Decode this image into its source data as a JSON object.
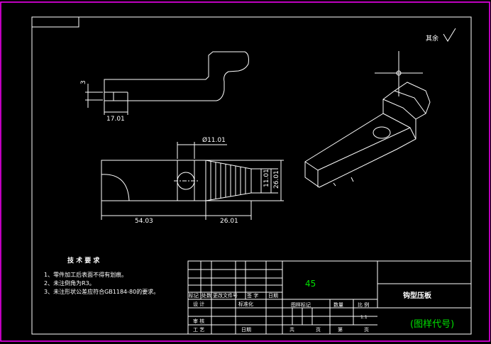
{
  "title_block": {
    "material": "45",
    "part_name": "钩型压板",
    "drawing_code": "(图样代号)",
    "scale_value": "1:1",
    "header_labels": [
      "标记",
      "处数",
      "更改文件号",
      "签 字",
      "日期"
    ],
    "design_label": "设 计",
    "standardization_label": "标准化",
    "check_label": "审 核",
    "process_label": "工 艺",
    "date_label": "日期",
    "stage_mark_label": "图样标记",
    "quantity_label": "数量",
    "scale_label": "比 例",
    "sheet_total_label": "共",
    "sheet_unit_1": "页",
    "sheet_no_label": "第",
    "sheet_unit_2": "页"
  },
  "tech_requirements": {
    "title": "技 术 要 求",
    "items": [
      "1、零件加工后表面不得有划痕。",
      "2、未注倒角为R3。",
      "3、未注形状公差应符合GB1184-80的要求。"
    ]
  },
  "roughness_note": "其余",
  "dimensions": {
    "top_height": "3",
    "top_width": "17.01",
    "hole_dia": "Ø11.01",
    "cone_small": "11.01",
    "cone_large": "26.01",
    "bottom_left": "54.03",
    "bottom_right": "26.01"
  },
  "colors": {
    "frame": "#ff00ff",
    "lines": "#ffffff",
    "text_green": "#00e000"
  }
}
